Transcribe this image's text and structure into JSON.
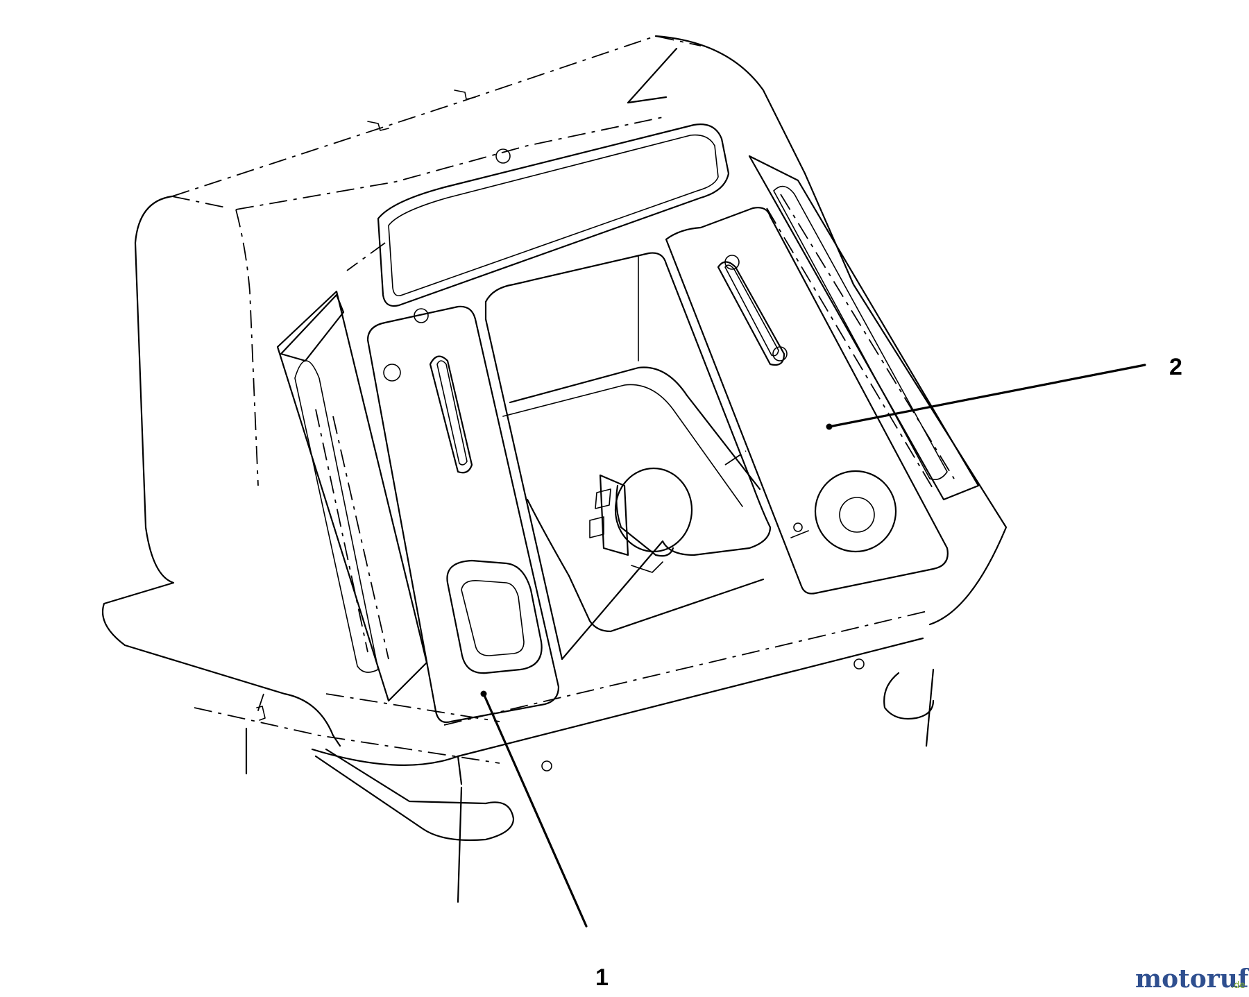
{
  "callouts": {
    "part_1": "1",
    "part_2": "2"
  },
  "watermark": {
    "text": "motoruf",
    "suffix": ".de",
    "colors": {
      "primary": "#2f4f8f",
      "accent": "#7da82e"
    }
  }
}
